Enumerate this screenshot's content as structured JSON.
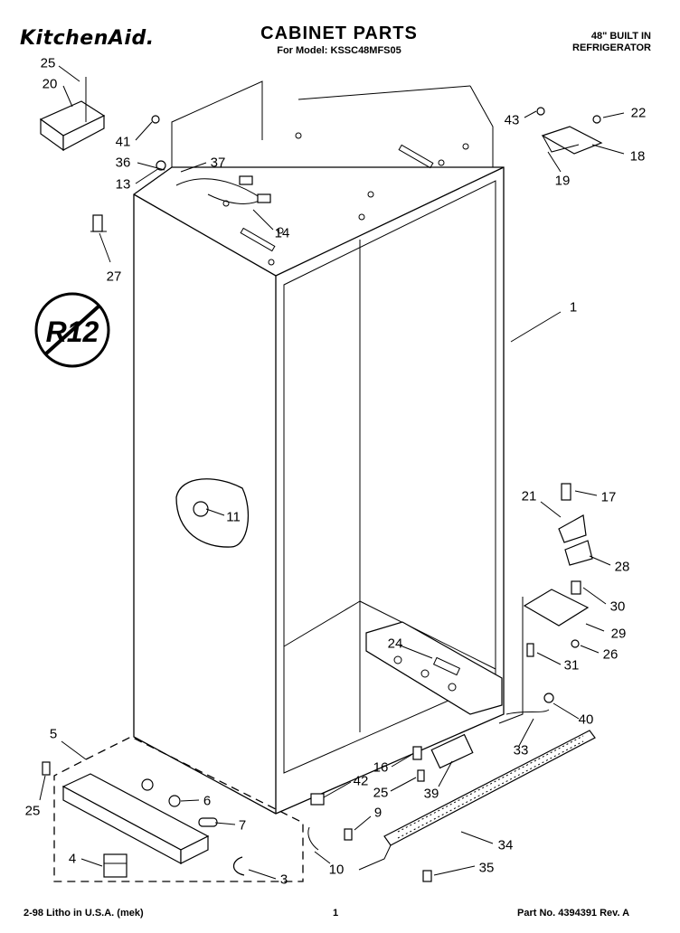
{
  "header": {
    "brand": "KitchenAid.",
    "title": "CABINET PARTS",
    "model_line": "For Model: KSSC48MFS05",
    "spec_line1": "48\" BUILT IN",
    "spec_line2": "REFRIGERATOR"
  },
  "footer": {
    "litho": "2-98 Litho in U.S.A. (mek)",
    "page": "1",
    "part_no": "Part No. 4394391 Rev. A"
  },
  "badge": {
    "text": "R12"
  },
  "callouts": {
    "n25a": "25",
    "n20": "20",
    "n41": "41",
    "n36": "36",
    "n37": "37",
    "n13": "13",
    "n14": "14",
    "n27": "27",
    "n43": "43",
    "n22": "22",
    "n18": "18",
    "n19": "19",
    "n1": "1",
    "n11": "11",
    "n21": "21",
    "n17": "17",
    "n28": "28",
    "n30": "30",
    "n29": "29",
    "n24": "24",
    "n26": "26",
    "n31": "31",
    "n40": "40",
    "n33": "33",
    "n5": "5",
    "n25b": "25",
    "n6": "6",
    "n7": "7",
    "n4": "4",
    "n3": "3",
    "n16": "16",
    "n42": "42",
    "n25c": "25",
    "n9": "9",
    "n39": "39",
    "n10": "10",
    "n34": "34",
    "n35": "35"
  }
}
